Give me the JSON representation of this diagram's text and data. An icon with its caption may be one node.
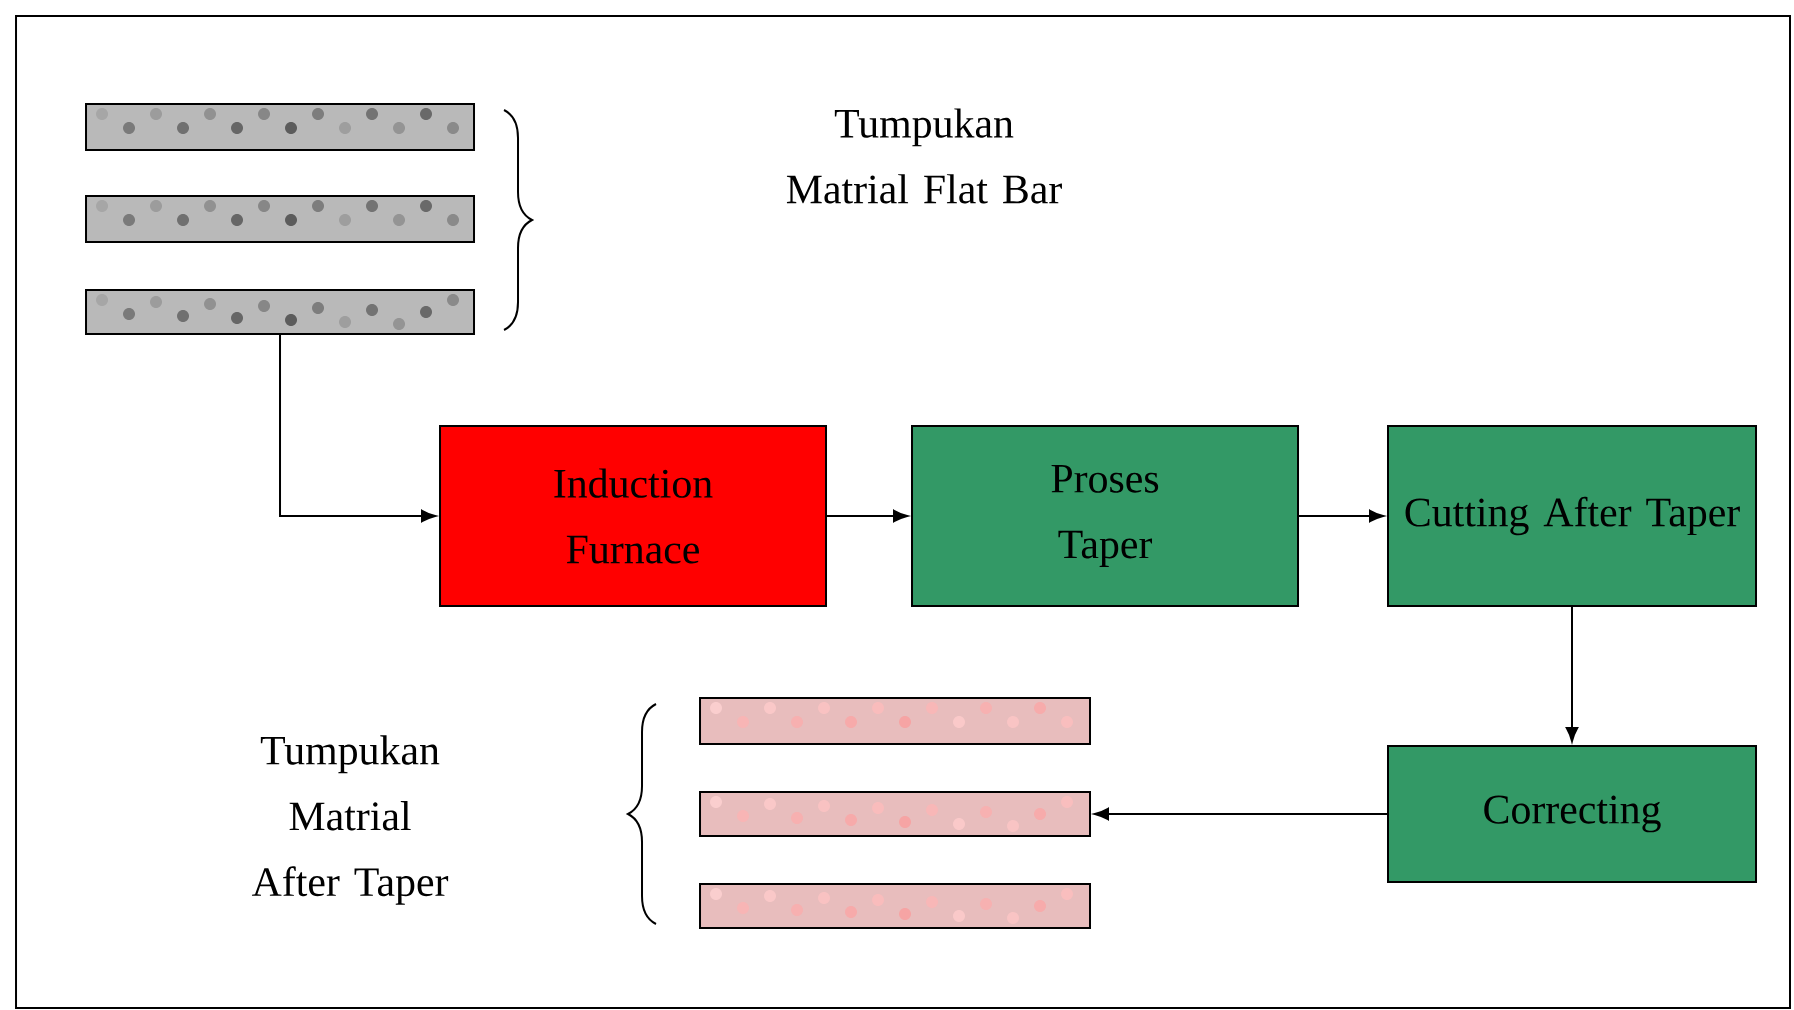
{
  "diagram": {
    "nodes": [
      {
        "text": [],
        "shape": "bar"
      },
      {
        "text": [],
        "shape": "bar"
      },
      {
        "text": [],
        "shape": "bar"
      },
      {
        "text": [
          "Induction Furnace"
        ]
      },
      {
        "text": [
          "Proses Taper"
        ]
      },
      {
        "text": [
          "Cutting After Taper"
        ]
      },
      {
        "text": [
          "Correcting"
        ]
      },
      {
        "text": [],
        "shape": "bar"
      },
      {
        "text": [],
        "shape": "bar"
      },
      {
        "text": [],
        "shape": "bar"
      }
    ],
    "edges": [
      {
        "from": 2,
        "to": 3,
        "arrow": "to"
      },
      {
        "from": 3,
        "to": 4,
        "arrow": "to"
      },
      {
        "from": 4,
        "to": 5,
        "arrow": "to"
      },
      {
        "from": 5,
        "to": 6,
        "arrow": "to"
      },
      {
        "from": 6,
        "to": 8,
        "arrow": "to"
      }
    ],
    "labels": [
      "Tumpukan Matrial Flat Bar",
      "Tumpukan Matrial After Taper"
    ]
  }
}
